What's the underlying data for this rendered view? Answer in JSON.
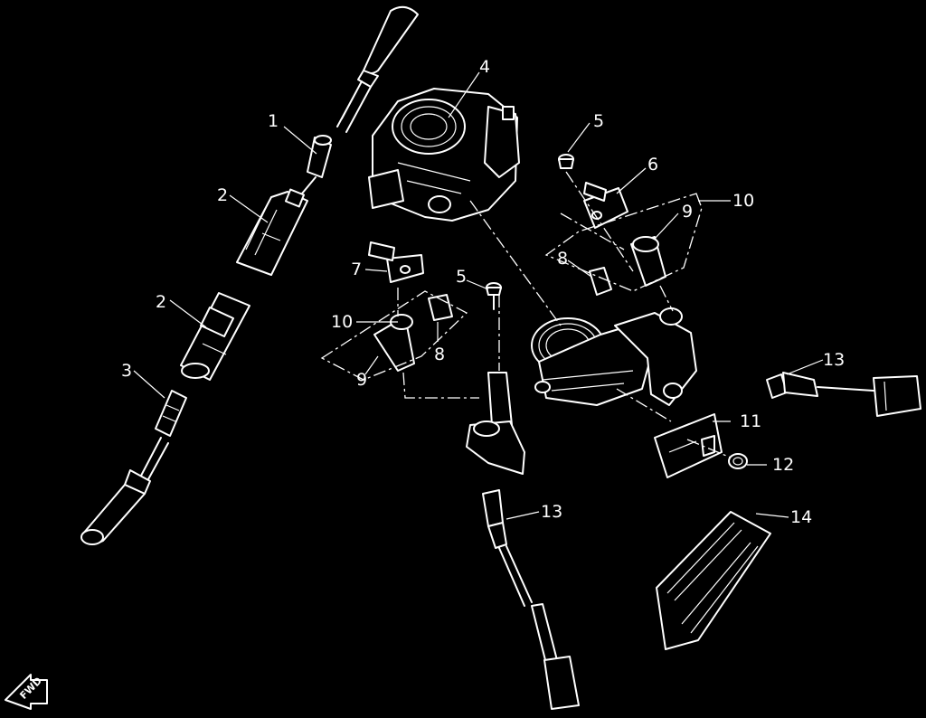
{
  "callouts": {
    "c1": "1",
    "c2a": "2",
    "c2b": "2",
    "c3": "3",
    "c4": "4",
    "c5a": "5",
    "c5b": "5",
    "c6": "6",
    "c7": "7",
    "c8a": "8",
    "c8b": "8",
    "c9a": "9",
    "c9b": "9",
    "c10a": "10",
    "c10b": "10",
    "c11": "11",
    "c12": "12",
    "c13a": "13",
    "c13b": "13",
    "c14": "14"
  },
  "direction_badge": "FWD"
}
